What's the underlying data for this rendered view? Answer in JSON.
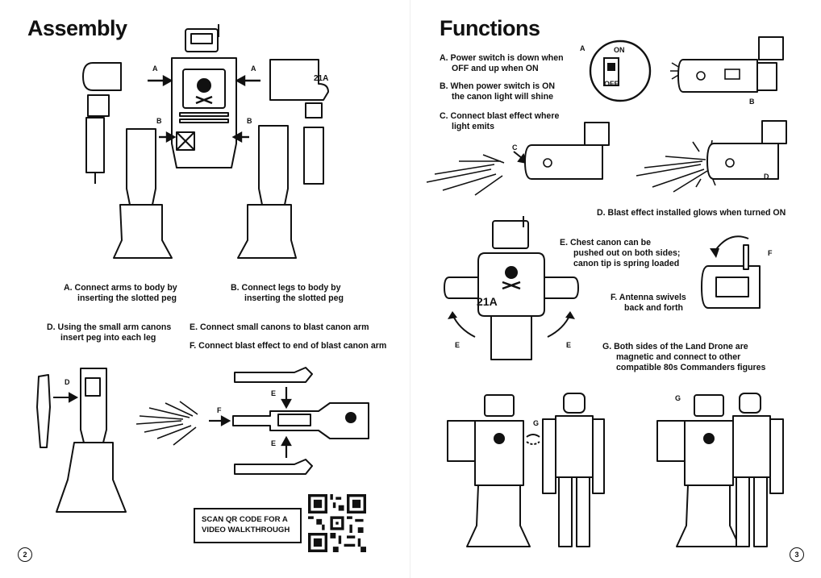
{
  "left_page": {
    "title": "Assembly",
    "page_number": "2",
    "tags": {
      "a_left": "A",
      "a_right": "A",
      "b_left": "B",
      "b_right": "B",
      "d": "D",
      "e_top": "E",
      "e_bottom": "E",
      "f": "F"
    },
    "steps": {
      "a_line1": "A.  Connect arms to body by",
      "a_line2": "inserting the slotted peg",
      "b_line1": "B.  Connect legs to body by",
      "b_line2": "inserting the slotted peg",
      "d_line1": "D.  Using the small arm canons",
      "d_line2": "insert peg into each leg",
      "e_line1": "E.  Connect small canons to blast canon arm",
      "f_line1": "F.  Connect blast effect to end of blast canon arm"
    },
    "body_badge": "21A",
    "qr_label_line1": "SCAN QR CODE FOR A",
    "qr_label_line2": "VIDEO WALKTHROUGH"
  },
  "right_page": {
    "title": "Functions",
    "page_number": "3",
    "functions": {
      "a_line1": "A.  Power switch is down when",
      "a_line2": "OFF and up when ON",
      "b_line1": "B.  When power switch is ON",
      "b_line2": "the canon light will shine",
      "c_line1": "C.  Connect blast effect where",
      "c_line2": "light emits",
      "d_line1": "D.  Blast effect installed glows when turned ON",
      "e_line1": "E.  Chest canon can be",
      "e_line2": "pushed out on both sides;",
      "e_line3": "canon tip is spring loaded",
      "f_line1": "F.  Antenna swivels",
      "f_line2": "back and forth",
      "g_line1": "G.  Both sides of the Land Drone are",
      "g_line2": "magnetic and connect to other",
      "g_line3": "compatible 80s Commanders figures"
    },
    "switch_on": "ON",
    "switch_off": "OFF",
    "chest_badge": "21A",
    "tags": {
      "a": "A",
      "b": "B",
      "c": "C",
      "d": "D",
      "e_left": "E",
      "e_right": "E",
      "f": "F",
      "g_mid": "G",
      "g_right": "G"
    }
  }
}
